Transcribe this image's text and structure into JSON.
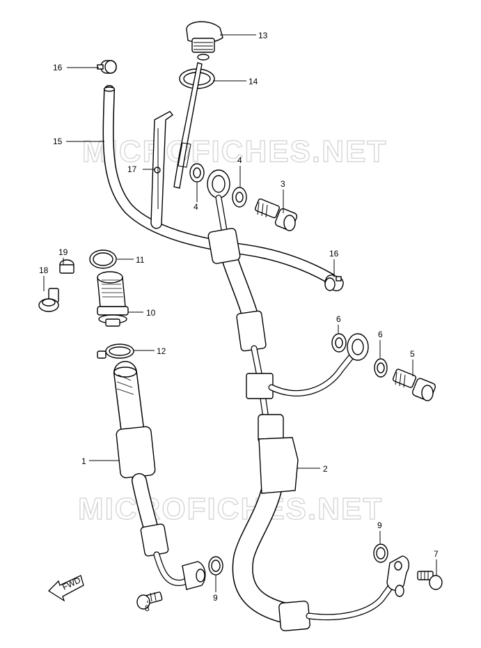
{
  "watermark": "MICROFICHES.NET",
  "fwd_label": "FWD",
  "callouts": {
    "c1": "1",
    "c2": "2",
    "c3": "3",
    "c4a": "4",
    "c4b": "4",
    "c5": "5",
    "c6a": "6",
    "c6b": "6",
    "c7": "7",
    "c8": "8",
    "c9a": "9",
    "c9b": "9",
    "c10": "10",
    "c11": "11",
    "c12": "12",
    "c13": "13",
    "c14": "14",
    "c15": "15",
    "c16a": "16",
    "c16b": "16",
    "c17": "17",
    "c18": "18",
    "c19": "19"
  }
}
